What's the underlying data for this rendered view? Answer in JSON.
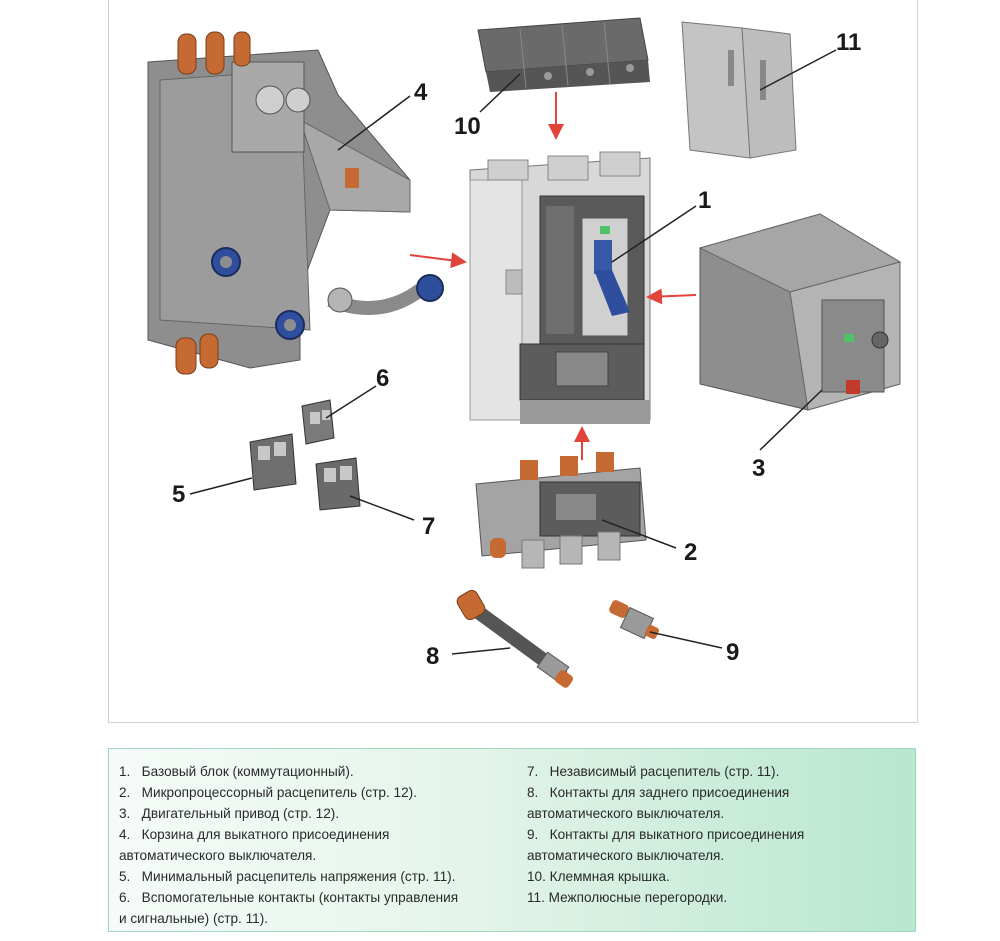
{
  "callouts": {
    "c1": "1",
    "c2": "2",
    "c3": "3",
    "c4": "4",
    "c5": "5",
    "c6": "6",
    "c7": "7",
    "c8": "8",
    "c9": "9",
    "c10": "10",
    "c11": "11"
  },
  "legend": {
    "left": [
      "1.   Базовый блок (коммутационный).",
      "2.   Микропроцессорный расцепитель (стр. 12).",
      "3.   Двигательный привод (стр. 12).",
      "4.   Корзина для выкатного присоединения\nавтоматического выключателя.",
      "5.   Минимальный расцепитель напряжения (стр. 11).",
      "6.   Вспомогательные контакты (контакты управления\nи сигнальные) (стр. 11)."
    ],
    "right": [
      "7.   Независимый расцепитель (стр. 11).",
      "8.   Контакты для заднего присоединения\nавтоматического выключателя.",
      "9.   Контакты для выкатного присоединения\nавтоматического выключателя.",
      "10. Клеммная крышка.",
      "11. Межполюсные перегородки."
    ]
  },
  "colors": {
    "metal": "#8e8e8e",
    "metal_dark": "#6a6a6a",
    "metal_light": "#b4b4b4",
    "body": "#d8d8d8",
    "copper": "#c46a32",
    "blue": "#2f4f9e",
    "arrow": "#e0443a",
    "legend_green": "#b8e6cf"
  }
}
